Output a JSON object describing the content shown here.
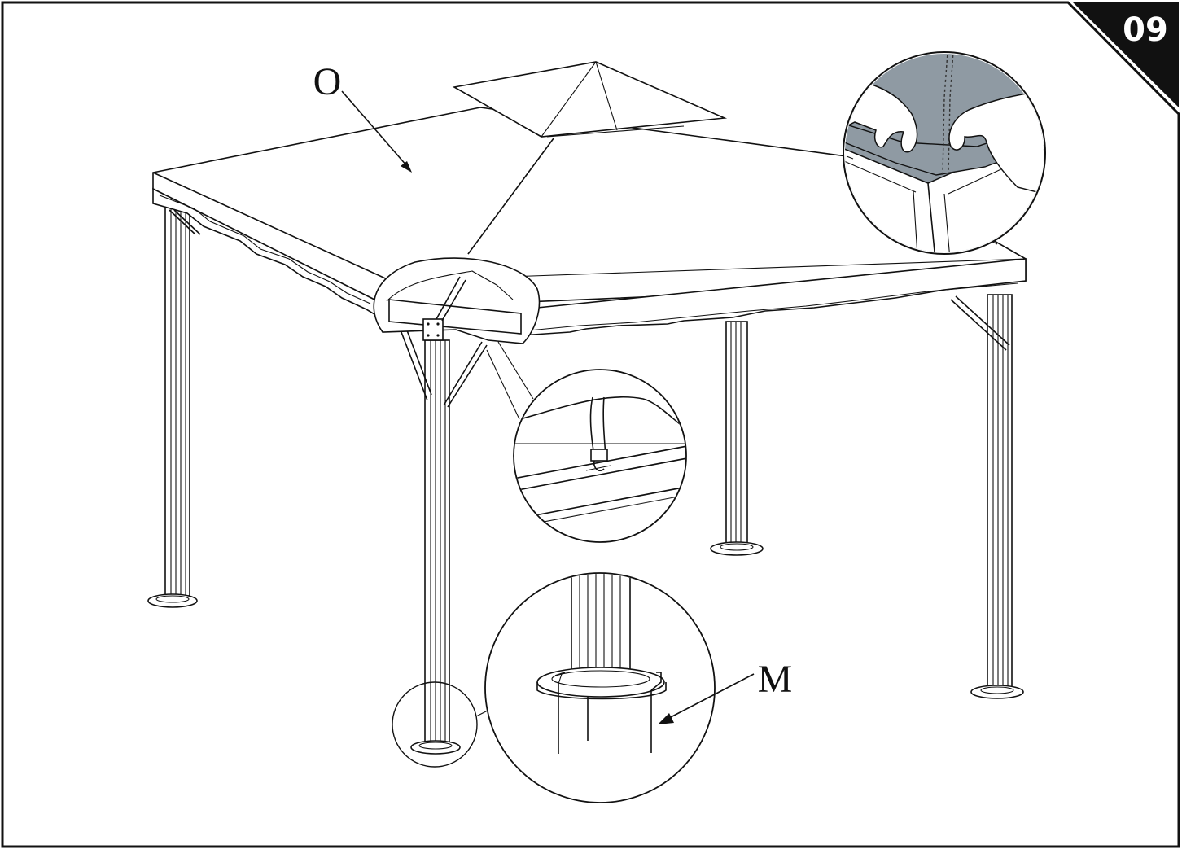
{
  "step_number": "09",
  "part_labels": {
    "canopy": "O",
    "ground_stake": "M"
  },
  "colors": {
    "frame": "#111111",
    "detail_gray": "#8f9aa3",
    "background": "#ffffff",
    "badge": "#111111"
  },
  "icons": [
    "hand-icon",
    "buckle-icon",
    "ground-stake-icon"
  ]
}
